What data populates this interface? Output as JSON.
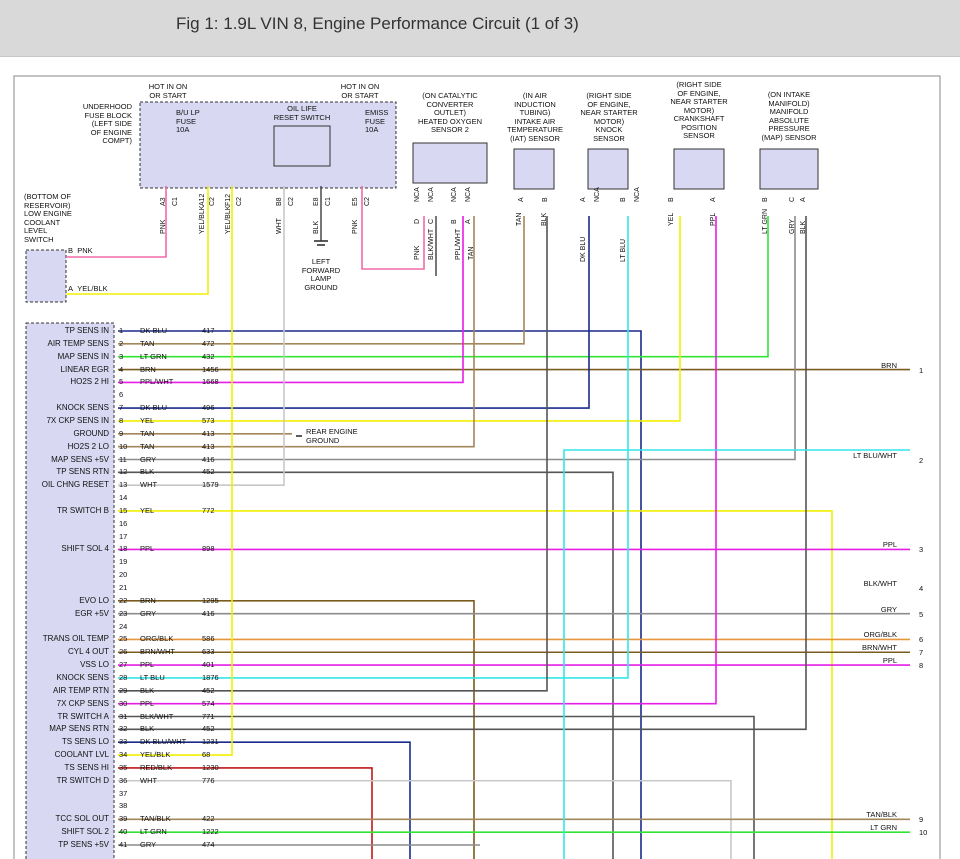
{
  "title": "Fig 1: 1.9L VIN 8, Engine Performance Circuit (1 of 3)",
  "pcm_pins": [
    {
      "n": "1",
      "label": "TP SENS IN",
      "color": "DK BLU",
      "circuit": "417"
    },
    {
      "n": "2",
      "label": "AIR TEMP SENS",
      "color": "TAN",
      "circuit": "472"
    },
    {
      "n": "3",
      "label": "MAP SENS IN",
      "color": "LT GRN",
      "circuit": "432"
    },
    {
      "n": "4",
      "label": "LINEAR EGR",
      "color": "BRN",
      "circuit": "1456"
    },
    {
      "n": "5",
      "label": "HO2S 2 HI",
      "color": "PPL/WHT",
      "circuit": "1668"
    },
    {
      "n": "6",
      "label": "",
      "color": "",
      "circuit": ""
    },
    {
      "n": "7",
      "label": "KNOCK SENS",
      "color": "DK BLU",
      "circuit": "496"
    },
    {
      "n": "8",
      "label": "7X CKP SENS IN",
      "color": "YEL",
      "circuit": "573"
    },
    {
      "n": "9",
      "label": "GROUND",
      "color": "TAN",
      "circuit": "413"
    },
    {
      "n": "10",
      "label": "HO2S 2 LO",
      "color": "TAN",
      "circuit": "413"
    },
    {
      "n": "11",
      "label": "MAP SENS +5V",
      "color": "GRY",
      "circuit": "416"
    },
    {
      "n": "12",
      "label": "TP SENS RTN",
      "color": "BLK",
      "circuit": "452"
    },
    {
      "n": "13",
      "label": "OIL CHNG RESET",
      "color": "WHT",
      "circuit": "1579"
    },
    {
      "n": "14",
      "label": "",
      "color": "",
      "circuit": ""
    },
    {
      "n": "15",
      "label": "TR SWITCH B",
      "color": "YEL",
      "circuit": "772"
    },
    {
      "n": "16",
      "label": "",
      "color": "",
      "circuit": ""
    },
    {
      "n": "17",
      "label": "",
      "color": "",
      "circuit": ""
    },
    {
      "n": "18",
      "label": "SHIFT SOL 4",
      "color": "PPL",
      "circuit": "898"
    },
    {
      "n": "19",
      "label": "",
      "color": "",
      "circuit": ""
    },
    {
      "n": "20",
      "label": "",
      "color": "",
      "circuit": ""
    },
    {
      "n": "21",
      "label": "",
      "color": "",
      "circuit": ""
    },
    {
      "n": "22",
      "label": "EVO LO",
      "color": "BRN",
      "circuit": "1295"
    },
    {
      "n": "23",
      "label": "EGR +5V",
      "color": "GRY",
      "circuit": "416"
    },
    {
      "n": "24",
      "label": "",
      "color": "",
      "circuit": ""
    },
    {
      "n": "25",
      "label": "TRANS OIL TEMP",
      "color": "ORG/BLK",
      "circuit": "586"
    },
    {
      "n": "26",
      "label": "CYL 4 OUT",
      "color": "BRN/WHT",
      "circuit": "633"
    },
    {
      "n": "27",
      "label": "VSS LO",
      "color": "PPL",
      "circuit": "401"
    },
    {
      "n": "28",
      "label": "KNOCK SENS",
      "color": "LT BLU",
      "circuit": "1876"
    },
    {
      "n": "29",
      "label": "AIR TEMP RTN",
      "color": "BLK",
      "circuit": "452"
    },
    {
      "n": "30",
      "label": "7X CKP SENS",
      "color": "PPL",
      "circuit": "574"
    },
    {
      "n": "31",
      "label": "TR SWITCH A",
      "color": "BLK/WHT",
      "circuit": "771"
    },
    {
      "n": "32",
      "label": "MAP SENS RTN",
      "color": "BLK",
      "circuit": "452"
    },
    {
      "n": "33",
      "label": "TS SENS LO",
      "color": "DK BLU/WHT",
      "circuit": "1231"
    },
    {
      "n": "34",
      "label": "COOLANT LVL",
      "color": "YEL/BLK",
      "circuit": "68"
    },
    {
      "n": "35",
      "label": "TS SENS HI",
      "color": "RED/BLK",
      "circuit": "1230"
    },
    {
      "n": "36",
      "label": "TR SWITCH D",
      "color": "WHT",
      "circuit": "776"
    },
    {
      "n": "37",
      "label": "",
      "color": "",
      "circuit": ""
    },
    {
      "n": "38",
      "label": "",
      "color": "",
      "circuit": ""
    },
    {
      "n": "39",
      "label": "TCC SOL OUT",
      "color": "TAN/BLK",
      "circuit": "422"
    },
    {
      "n": "40",
      "label": "SHIFT SOL 2",
      "color": "LT GRN",
      "circuit": "1222"
    },
    {
      "n": "41",
      "label": "TP SENS +5V",
      "color": "GRY",
      "circuit": "474"
    }
  ],
  "right_labels": [
    {
      "n": "1",
      "label": "BRN"
    },
    {
      "n": "2",
      "label": "LT BLU/WHT"
    },
    {
      "n": "3",
      "label": "PPL"
    },
    {
      "n": "4",
      "label": "BLK/WHT"
    },
    {
      "n": "5",
      "label": "GRY"
    },
    {
      "n": "6",
      "label": "ORG/BLK"
    },
    {
      "n": "7",
      "label": "BRN/WHT"
    },
    {
      "n": "8",
      "label": "PPL"
    },
    {
      "n": "9",
      "label": "TAN/BLK"
    },
    {
      "n": "10",
      "label": "LT GRN"
    }
  ],
  "components": {
    "hot_run_start_1": "HOT IN ON\nOR START",
    "hot_run_start_2": "HOT IN ON\nOR START",
    "fuse_block": "UNDERHOOD\nFUSE BLOCK\n(LEFT SIDE\nOF ENGINE\nCOMPT)",
    "bu_lp_fuse": "B/U LP\nFUSE\n10A",
    "oil_life_switch": "OIL LIFE\nRESET SWITCH",
    "emiss_fuse": "EMISS\nFUSE\n10A",
    "ho2s": "(ON CATALYTIC\nCONVERTER\nOUTLET)\nHEATED OXYGEN\nSENSOR 2",
    "iat": "(IN AIR\nINDUCTION\nTUBING)\nINTAKE AIR\nTEMPERATURE\n(IAT) SENSOR",
    "knock": "(RIGHT SIDE\nOF ENGINE,\nNEAR STARTER\nMOTOR)\nKNOCK\nSENSOR",
    "ckp": "(RIGHT SIDE\nOF ENGINE,\nNEAR STARTER\nMOTOR)\nCRANKSHAFT\nPOSITION\nSENSOR",
    "map": "(ON INTAKE\nMANIFOLD)\nMANIFOLD\nABSOLUTE\nPRESSURE\n(MAP) SENSOR",
    "coolant": "(BOTTOM OF\nRESERVOIR)\nLOW ENGINE\nCOOLANT\nLEVEL\nSWITCH",
    "left_ground": "LEFT\nFORWARD\nLAMP\nGROUND",
    "rear_ground": "REAR ENGINE\nGROUND"
  },
  "coolant_wires": [
    {
      "pin": "B",
      "color": "PNK"
    },
    {
      "pin": "A",
      "color": "YEL/BLK"
    }
  ],
  "vertical_labels": {
    "fuse": [
      "A3",
      "C1",
      "A12",
      "C2",
      "F12",
      "C2",
      "B8",
      "C2",
      "E8",
      "C1",
      "E5",
      "C2"
    ],
    "fuse_wires": [
      "PNK",
      "YEL/BLK",
      "YEL/BLK",
      "WHT",
      "BLK",
      "PNK"
    ],
    "ho2s_pins": [
      "NCA",
      "NCA",
      "NCA",
      "NCA",
      "D",
      "C",
      "B",
      "A"
    ],
    "ho2s_wires": [
      "PNK",
      "BLK/WHT",
      "PPL/WHT",
      "TAN"
    ],
    "iat_pins": [
      "A",
      "B"
    ],
    "iat_wires": [
      "TAN",
      "BLK"
    ],
    "knock_pins": [
      "A",
      "NCA",
      "B",
      "NCA"
    ],
    "knock_wires": [
      "DK BLU",
      "LT BLU"
    ],
    "ckp_pins": [
      "B",
      "A"
    ],
    "ckp_wires": [
      "YEL",
      "PPL"
    ],
    "map_pins": [
      "B",
      "C",
      "A"
    ],
    "map_wires": [
      "LT GRN",
      "GRY",
      "BLK"
    ]
  },
  "colors": {
    "dk_blu": "#1a2a8c",
    "tan": "#a3875b",
    "lt_grn": "#33e533",
    "brn": "#7a5c1e",
    "ppl": "#e61ee6",
    "yel": "#f0f000",
    "gry": "#8c8c8c",
    "blk": "#555555",
    "wht": "#c8c8c8",
    "lt_blu": "#33e6e6",
    "pnk": "#f06aa8",
    "org": "#e6963c",
    "red": "#c01818",
    "component_fill": "#d8d8f2"
  }
}
